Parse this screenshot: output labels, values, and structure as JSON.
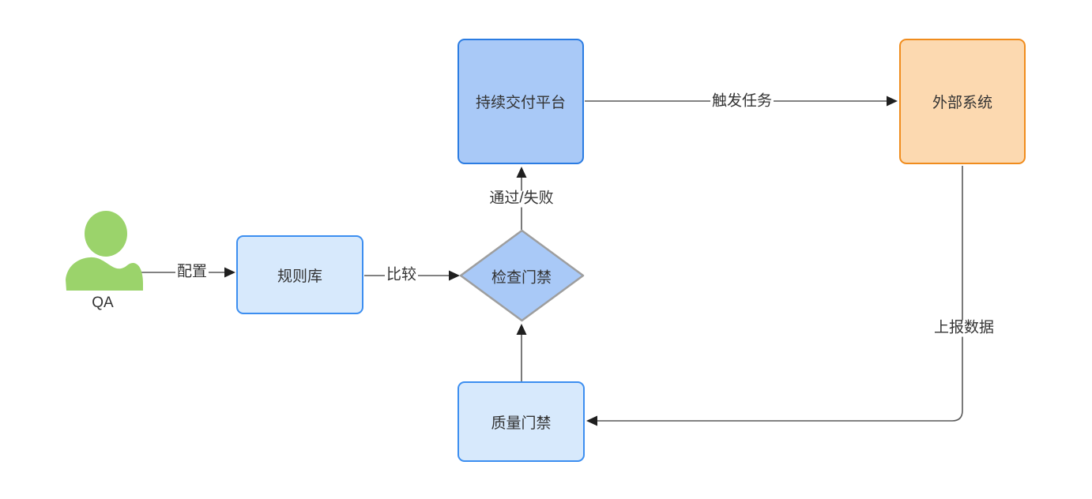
{
  "colors": {
    "canvas": "#ffffff",
    "edge_line": "#595959",
    "arrowhead": "#1f1f1f",
    "text": "#333333"
  },
  "diagram": {
    "nodes": {
      "actor": {
        "label": "QA",
        "fill": "#9bd36b"
      },
      "rules": {
        "label": "规则库",
        "fill": "#d7e9fc",
        "border": "#3c8ef0"
      },
      "check_gate": {
        "label": "检查门禁",
        "fill": "#a9c9f7",
        "border": "#9e9e9e"
      },
      "cd_platform": {
        "label": "持续交付平台",
        "fill": "#a9c9f7",
        "border": "#2b7ce2"
      },
      "external_system": {
        "label": "外部系统",
        "fill": "#fcd9b0",
        "border": "#f08c1d"
      },
      "quality_gate": {
        "label": "质量门禁",
        "fill": "#d7e9fc",
        "border": "#3c8ef0"
      }
    },
    "edges": {
      "configure": {
        "label": "配置"
      },
      "compare": {
        "label": "比较"
      },
      "pass_fail": {
        "label": "通过/失败"
      },
      "trigger_task": {
        "label": "触发任务"
      },
      "report_data": {
        "label": "上报数据"
      }
    }
  }
}
